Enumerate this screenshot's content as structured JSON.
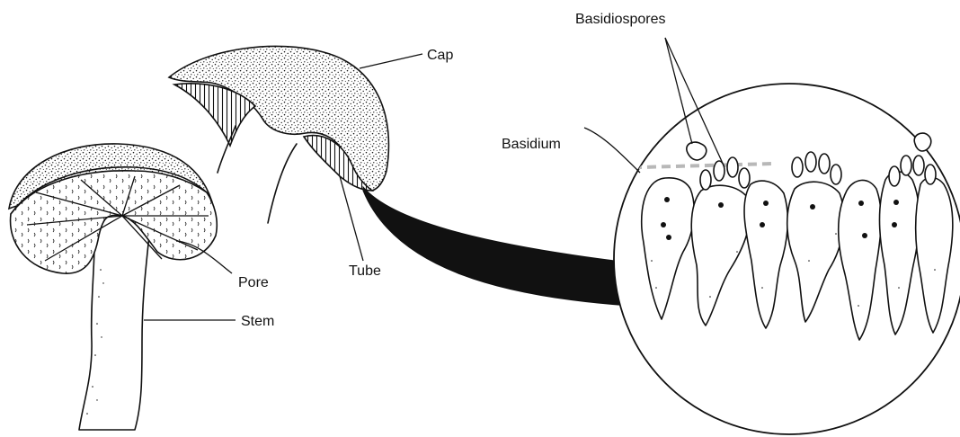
{
  "labels": {
    "cap": "Cap",
    "pore": "Pore",
    "stem": "Stem",
    "tube": "Tube",
    "basidium": "Basidium",
    "basidiospores": "Basidiospores"
  },
  "colors": {
    "ink": "#111111",
    "paper": "#ffffff",
    "smudge": "#b8b8b8"
  }
}
